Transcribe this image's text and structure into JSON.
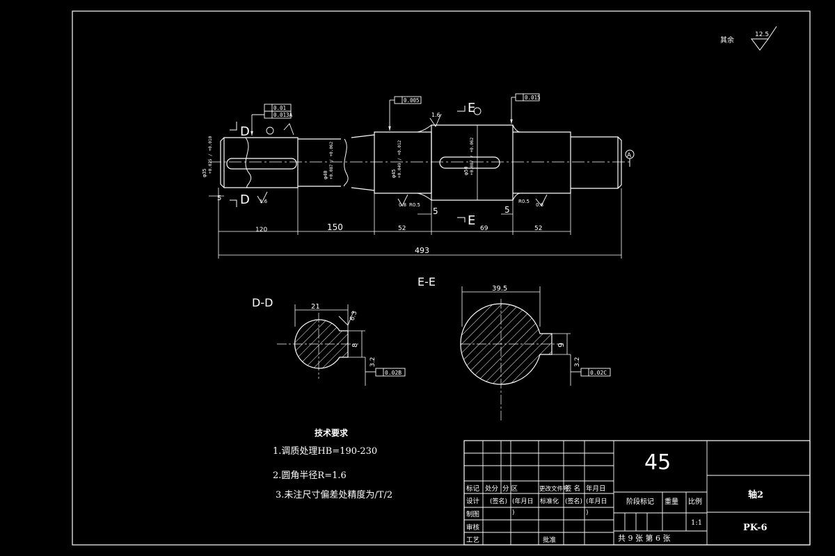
{
  "roughness_note": {
    "label": "其余",
    "value": "12.5"
  },
  "views": {
    "section_dd": "D-D",
    "section_ee": "E-E"
  },
  "section_markers": {
    "d": "D",
    "e": "E"
  },
  "datums": {
    "a": "A",
    "b": "B",
    "c": "C"
  },
  "tolerances": {
    "left_upper": "0.01",
    "left_lower": "0.013A",
    "mid_runout": "0.005",
    "right_runout": "0.015",
    "dd_sym": "0.02B",
    "ee_sym": "0.02C"
  },
  "diameters": {
    "left": "φ35",
    "left_dev": "+0.025 / +0.010",
    "mid1": "φ40",
    "mid1_dev": "+0.087 / +0.062",
    "mid2": "φ45",
    "mid2_dev": "+0.049 / +0.012",
    "mid3": "φ50",
    "mid3_dev": "+0.087 / +0.062"
  },
  "surface": {
    "r16": "1.6",
    "r32": "3.2",
    "r63": "6.3",
    "r08": "0.8"
  },
  "fillets": {
    "left": "R0.5",
    "right": "R0.5"
  },
  "dims": {
    "d120": "120",
    "d150": "150",
    "d52a": "52",
    "d69": "69",
    "d52b": "52",
    "d493": "493",
    "d5a": "5",
    "d5b": "5",
    "d5c": "5",
    "dd_width": "21",
    "dd_key": "8",
    "ee_width": "39.5",
    "ee_key": "9"
  },
  "requirements": {
    "heading": "技术要求",
    "items": [
      "1.调质处理HB=190-230",
      "2.圆角半径R=1.6",
      "3.未注尺寸偏差处精度为/T/2"
    ]
  },
  "title_block": {
    "material": "45",
    "part_name": "轴2",
    "drawing_no": "PK-6",
    "scale_label": "比例",
    "scale": "1:1",
    "stage_label": "阶段标记",
    "weight_label": "重量",
    "sheet_text": "共 9 张 第 6 张",
    "header": [
      "标记",
      "处分",
      "分 区",
      "更改文件号",
      "签 名",
      "年月日"
    ],
    "row_design": [
      "设计",
      "(签名)",
      "(年月日",
      "标准化",
      "(签名)",
      "(年月日"
    ],
    "row_draw": "制图",
    "row_check": "审核",
    "row_process": "工艺",
    "approve": "批准",
    "paren": ")"
  }
}
